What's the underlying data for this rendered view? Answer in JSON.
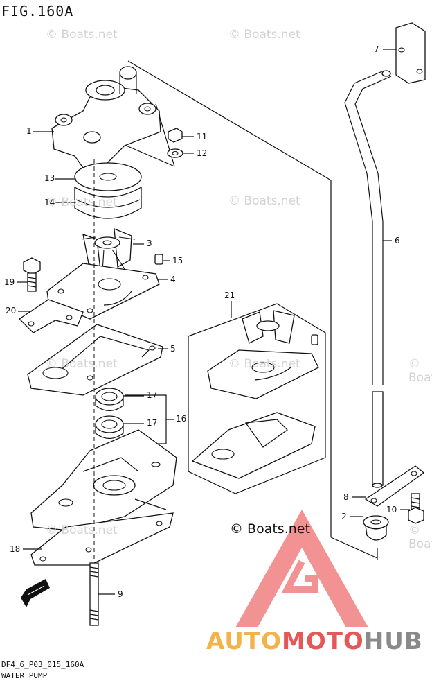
{
  "figure": {
    "title": "FIG.160A",
    "code": "DF4_6_P03_015_160A",
    "name": "WATER PUMP"
  },
  "callouts": [
    "1",
    "11",
    "12",
    "13",
    "14",
    "3",
    "15",
    "4",
    "19",
    "20",
    "5",
    "17",
    "17",
    "16",
    "18",
    "9",
    "7",
    "6",
    "21",
    "8",
    "2",
    "10"
  ],
  "watermark": {
    "small": "© Boats.net",
    "main": "© Boats.net"
  },
  "brand": {
    "part1": "AUTO",
    "part2": "MOTO",
    "part3": "HUB",
    "colors": {
      "auto": "#f4b24a",
      "moto": "#e55858",
      "hub": "#8a8a8a",
      "logo": "#e55858"
    }
  }
}
